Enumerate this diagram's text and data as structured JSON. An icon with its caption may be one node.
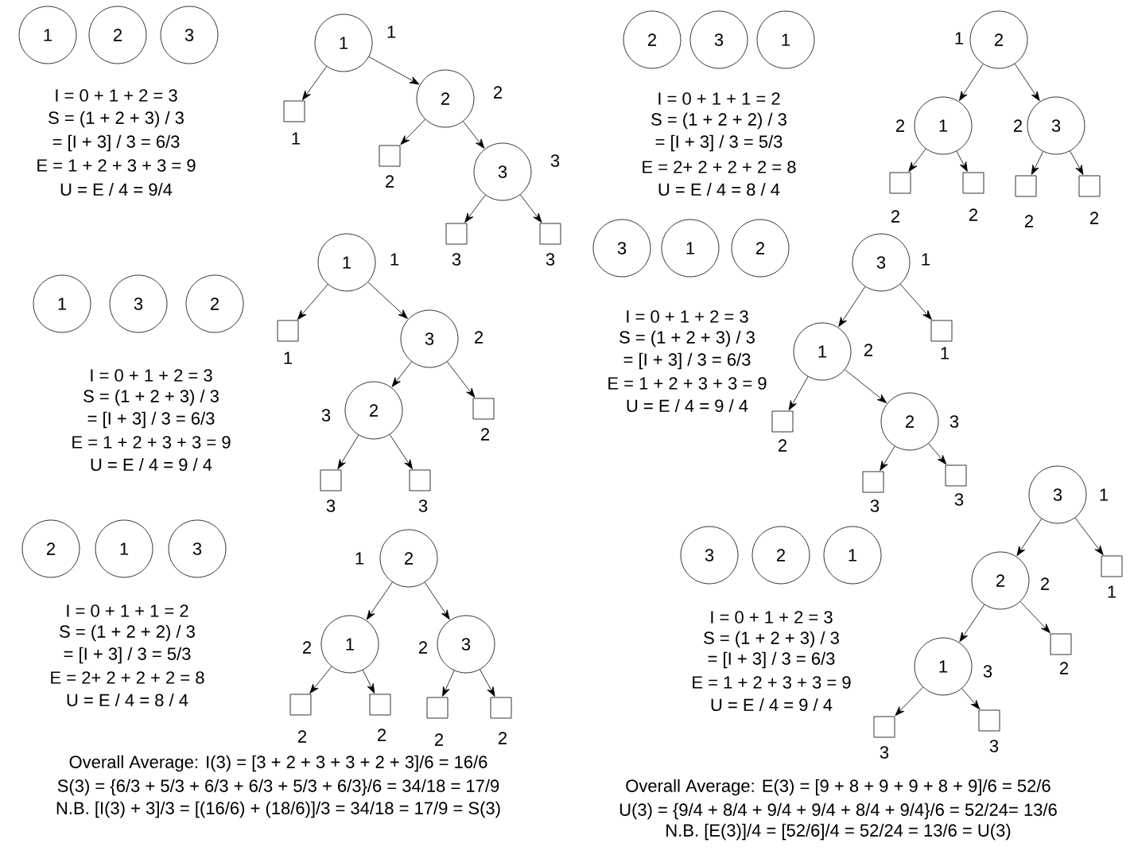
{
  "diagram": {
    "nodes": [
      {
        "text": [
          "1"
        ]
      },
      {
        "text": [
          "2"
        ]
      },
      {
        "text": [
          "3"
        ]
      },
      {
        "text": [
          "1"
        ],
        "beside": [
          "1"
        ]
      },
      {
        "text": [],
        "shape": "box",
        "beside": [
          "1"
        ]
      },
      {
        "text": [
          "2"
        ],
        "beside": [
          "2"
        ]
      },
      {
        "text": [],
        "shape": "box",
        "beside": [
          "2"
        ]
      },
      {
        "text": [
          "3"
        ],
        "beside": [
          "3"
        ]
      },
      {
        "text": [],
        "shape": "box",
        "beside": [
          "3"
        ]
      },
      {
        "text": [],
        "shape": "box",
        "beside": [
          "3"
        ]
      },
      {
        "text": [
          "2"
        ]
      },
      {
        "text": [
          "3"
        ]
      },
      {
        "text": [
          "1"
        ]
      },
      {
        "text": [
          "2"
        ],
        "beside": [
          "1"
        ]
      },
      {
        "text": [
          "1"
        ],
        "beside": [
          "2"
        ]
      },
      {
        "text": [
          "3"
        ],
        "beside": [
          "2"
        ]
      },
      {
        "text": [],
        "shape": "box",
        "beside": [
          "2"
        ]
      },
      {
        "text": [],
        "shape": "box",
        "beside": [
          "2"
        ]
      },
      {
        "text": [],
        "shape": "box",
        "beside": [
          "2"
        ]
      },
      {
        "text": [],
        "shape": "box",
        "beside": [
          "2"
        ]
      },
      {
        "text": [
          "1"
        ]
      },
      {
        "text": [
          "3"
        ]
      },
      {
        "text": [
          "2"
        ]
      },
      {
        "text": [
          "1"
        ],
        "beside": [
          "1"
        ]
      },
      {
        "text": [],
        "shape": "box",
        "beside": [
          "1"
        ]
      },
      {
        "text": [
          "3"
        ],
        "beside": [
          "2"
        ]
      },
      {
        "text": [
          "2"
        ],
        "beside": [
          "3"
        ]
      },
      {
        "text": [],
        "shape": "box",
        "beside": [
          "2"
        ]
      },
      {
        "text": [],
        "shape": "box",
        "beside": [
          "3"
        ]
      },
      {
        "text": [],
        "shape": "box",
        "beside": [
          "3"
        ]
      },
      {
        "text": [
          "3"
        ]
      },
      {
        "text": [
          "1"
        ]
      },
      {
        "text": [
          "2"
        ]
      },
      {
        "text": [
          "3"
        ],
        "beside": [
          "1"
        ]
      },
      {
        "text": [
          "1"
        ],
        "beside": [
          "2"
        ]
      },
      {
        "text": [],
        "shape": "box",
        "beside": [
          "1"
        ]
      },
      {
        "text": [],
        "shape": "box",
        "beside": [
          "2"
        ]
      },
      {
        "text": [
          "2"
        ],
        "beside": [
          "3"
        ]
      },
      {
        "text": [],
        "shape": "box",
        "beside": [
          "3"
        ]
      },
      {
        "text": [],
        "shape": "box",
        "beside": [
          "3"
        ]
      },
      {
        "text": [
          "2"
        ]
      },
      {
        "text": [
          "1"
        ]
      },
      {
        "text": [
          "3"
        ]
      },
      {
        "text": [
          "2"
        ],
        "beside": [
          "1"
        ]
      },
      {
        "text": [
          "1"
        ],
        "beside": [
          "2"
        ]
      },
      {
        "text": [
          "3"
        ],
        "beside": [
          "2"
        ]
      },
      {
        "text": [],
        "shape": "box",
        "beside": [
          "2"
        ]
      },
      {
        "text": [],
        "shape": "box",
        "beside": [
          "2"
        ]
      },
      {
        "text": [],
        "shape": "box",
        "beside": [
          "2"
        ]
      },
      {
        "text": [],
        "shape": "box",
        "beside": [
          "2"
        ]
      },
      {
        "text": [
          "3"
        ]
      },
      {
        "text": [
          "2"
        ]
      },
      {
        "text": [
          "1"
        ]
      },
      {
        "text": [
          "3"
        ],
        "beside": [
          "1"
        ]
      },
      {
        "text": [
          "2"
        ],
        "beside": [
          "2"
        ]
      },
      {
        "text": [],
        "shape": "box",
        "beside": [
          "1"
        ]
      },
      {
        "text": [
          "1"
        ],
        "beside": [
          "3"
        ]
      },
      {
        "text": [],
        "shape": "box",
        "beside": [
          "2"
        ]
      },
      {
        "text": [],
        "shape": "box",
        "beside": [
          "3"
        ]
      },
      {
        "text": [],
        "shape": "box",
        "beside": [
          "3"
        ]
      }
    ],
    "edges": [
      {
        "from": 3,
        "to": 4,
        "arrow": "to"
      },
      {
        "from": 3,
        "to": 5,
        "arrow": "to"
      },
      {
        "from": 5,
        "to": 6,
        "arrow": "to"
      },
      {
        "from": 5,
        "to": 7,
        "arrow": "to"
      },
      {
        "from": 7,
        "to": 8,
        "arrow": "to"
      },
      {
        "from": 7,
        "to": 9,
        "arrow": "to"
      },
      {
        "from": 13,
        "to": 14,
        "arrow": "to"
      },
      {
        "from": 13,
        "to": 15,
        "arrow": "to"
      },
      {
        "from": 14,
        "to": 16,
        "arrow": "to"
      },
      {
        "from": 14,
        "to": 17,
        "arrow": "to"
      },
      {
        "from": 15,
        "to": 18,
        "arrow": "to"
      },
      {
        "from": 15,
        "to": 19,
        "arrow": "to"
      },
      {
        "from": 23,
        "to": 24,
        "arrow": "to"
      },
      {
        "from": 23,
        "to": 25,
        "arrow": "to"
      },
      {
        "from": 25,
        "to": 26,
        "arrow": "to"
      },
      {
        "from": 25,
        "to": 27,
        "arrow": "to"
      },
      {
        "from": 26,
        "to": 28,
        "arrow": "to"
      },
      {
        "from": 26,
        "to": 29,
        "arrow": "to"
      },
      {
        "from": 33,
        "to": 34,
        "arrow": "to"
      },
      {
        "from": 33,
        "to": 35,
        "arrow": "to"
      },
      {
        "from": 34,
        "to": 36,
        "arrow": "to"
      },
      {
        "from": 34,
        "to": 37,
        "arrow": "to"
      },
      {
        "from": 37,
        "to": 38,
        "arrow": "to"
      },
      {
        "from": 37,
        "to": 39,
        "arrow": "to"
      },
      {
        "from": 43,
        "to": 44,
        "arrow": "to"
      },
      {
        "from": 43,
        "to": 45,
        "arrow": "to"
      },
      {
        "from": 44,
        "to": 46,
        "arrow": "to"
      },
      {
        "from": 44,
        "to": 47,
        "arrow": "to"
      },
      {
        "from": 45,
        "to": 48,
        "arrow": "to"
      },
      {
        "from": 45,
        "to": 49,
        "arrow": "to"
      },
      {
        "from": 53,
        "to": 54,
        "arrow": "to"
      },
      {
        "from": 53,
        "to": 55,
        "arrow": "to"
      },
      {
        "from": 54,
        "to": 56,
        "arrow": "to"
      },
      {
        "from": 54,
        "to": 57,
        "arrow": "to"
      },
      {
        "from": 56,
        "to": 58,
        "arrow": "to"
      },
      {
        "from": 56,
        "to": 59,
        "arrow": "to"
      }
    ],
    "labels": [
      "I = 0 + 1 + 2 = 3",
      "S = (1 + 2 + 3) / 3",
      "= [I + 3] / 3 = 6/3",
      "E = 1 + 2 + 3 + 3 = 9",
      "U = E / 4 = 9/4",
      "I = 0 + 1 + 1 = 2",
      "S = (1 + 2 + 2) / 3",
      "= [I + 3] / 3 = 5/3",
      "E = 2+ 2 + 2 + 2 = 8",
      "U = E / 4 = 8 / 4",
      "I = 0 + 1 + 2 = 3",
      "S = (1 + 2 + 3) / 3",
      "= [I + 3] / 3 = 6/3",
      "E = 1 + 2 + 3 + 3 = 9",
      "U = E / 4 = 9 / 4",
      "I = 0 + 1 + 2 = 3",
      "S = (1 + 2 + 3) / 3",
      "= [I + 3] / 3 = 6/3",
      "E = 1 + 2 + 3 + 3 = 9",
      "U = E / 4 = 9 / 4",
      "I = 0 + 1 + 1 = 2",
      "S = (1 + 2 + 2) / 3",
      "= [I + 3] / 3 = 5/3",
      "E = 2+ 2 + 2 + 2 = 8",
      "U = E / 4 = 8 / 4",
      "I = 0 + 1 + 2 = 3",
      "S = (1 + 2 + 3) / 3",
      "= [I + 3] / 3 = 6/3",
      "E = 1 + 2 + 3 + 3 = 9",
      "U = E / 4 = 9 / 4",
      "Overall Average: I(3) = [3 + 2 + 3 + 3 + 2 + 3]/6 = 16/6",
      "S(3) = {6/3 + 5/3 + 6/3 + 6/3 + 5/3 + 6/3}/6 = 34/18 = 17/9",
      "N.B. [I(3) + 3]/3 = [(16/6) + (18/6)]/3 = 34/18 = 17/9 = S(3)",
      "Overall Average: E(3) = [9 + 8 + 9 + 9 + 8 + 9]/6 = 52/6",
      "U(3) = {9/4 + 8/4 + 9/4 + 9/4 + 8/4 + 9/4}/6 = 52/24= 13/6",
      "N.B. [E(3)]/4 = [52/6]/4 = 52/24 = 13/6 = U(3)"
    ]
  }
}
